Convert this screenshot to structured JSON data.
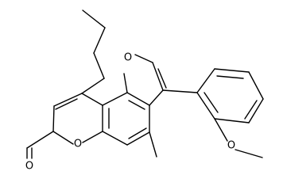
{
  "diagram": {
    "type": "chemical-structure",
    "atom_labels": {
      "o_furan": "O",
      "o_lactone": "O",
      "o_carbonyl": "O",
      "o_methoxy": "O"
    }
  }
}
